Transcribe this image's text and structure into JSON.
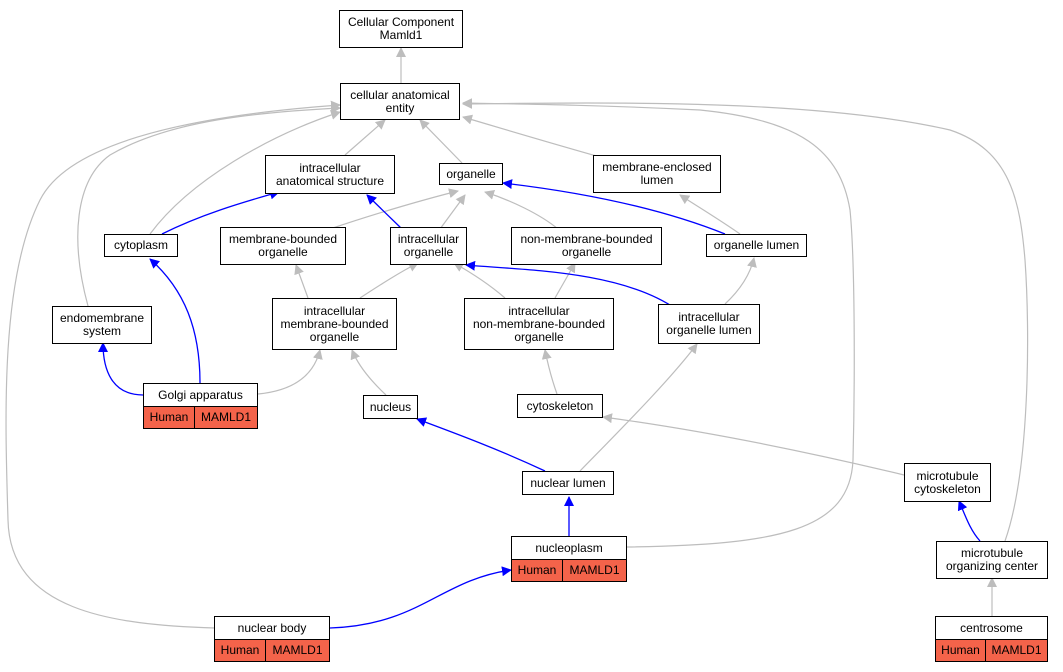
{
  "colors": {
    "is_a_edge": "#bdbdbd",
    "part_of_edge": "#0000ff",
    "annotation_fill": "#f4634a",
    "node_border": "#000000",
    "node_fill": "#ffffff"
  },
  "nodes": {
    "root": {
      "line1": "Cellular Component",
      "line2": "Mamld1"
    },
    "cellular_anatomical_entity": {
      "line1": "cellular anatomical",
      "line2": "entity"
    },
    "intracellular_anatomical_structure": {
      "line1": "intracellular",
      "line2": "anatomical structure"
    },
    "organelle": {
      "line1": "organelle"
    },
    "membrane_enclosed_lumen": {
      "line1": "membrane-enclosed",
      "line2": "lumen"
    },
    "cytoplasm": {
      "line1": "cytoplasm"
    },
    "membrane_bounded_organelle": {
      "line1": "membrane-bounded",
      "line2": "organelle"
    },
    "intracellular_organelle": {
      "line1": "intracellular",
      "line2": "organelle"
    },
    "non_membrane_bounded_organelle": {
      "line1": "non-membrane-bounded",
      "line2": "organelle"
    },
    "organelle_lumen": {
      "line1": "organelle lumen"
    },
    "endomembrane_system": {
      "line1": "endomembrane",
      "line2": "system"
    },
    "intracellular_membrane_bounded_organelle": {
      "line1": "intracellular",
      "line2": "membrane-bounded",
      "line3": "organelle"
    },
    "intracellular_non_membrane_bounded_organelle": {
      "line1": "intracellular",
      "line2": "non-membrane-bounded",
      "line3": "organelle"
    },
    "intracellular_organelle_lumen": {
      "line1": "intracellular",
      "line2": "organelle lumen"
    },
    "golgi_apparatus": {
      "line1": "Golgi apparatus",
      "species": "Human",
      "gene": "MAMLD1"
    },
    "nucleus": {
      "line1": "nucleus"
    },
    "cytoskeleton": {
      "line1": "cytoskeleton"
    },
    "nuclear_lumen": {
      "line1": "nuclear lumen"
    },
    "microtubule_cytoskeleton": {
      "line1": "microtubule",
      "line2": "cytoskeleton"
    },
    "nucleoplasm": {
      "line1": "nucleoplasm",
      "species": "Human",
      "gene": "MAMLD1"
    },
    "microtubule_organizing_center": {
      "line1": "microtubule",
      "line2": "organizing center"
    },
    "nuclear_body": {
      "line1": "nuclear body",
      "species": "Human",
      "gene": "MAMLD1"
    },
    "centrosome": {
      "line1": "centrosome",
      "species": "Human",
      "gene": "MAMLD1"
    }
  }
}
